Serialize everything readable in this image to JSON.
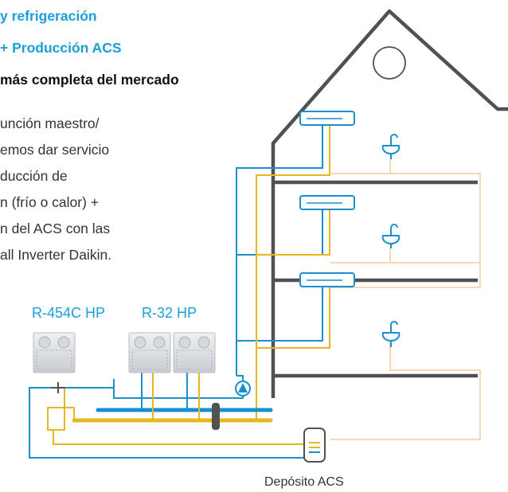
{
  "heading": {
    "title_line1": "y refrigeración",
    "title_line2": "+ Producción ACS",
    "subtitle": "más completa del mercado"
  },
  "body_lines": [
    "unción maestro/",
    "emos dar servicio",
    "ducción de",
    "n (frío o calor) +",
    "n del ACS con las",
    "all Inverter Daikin."
  ],
  "labels": {
    "r454c": "R-454C HP",
    "r32": "R-32 HP",
    "tank": "Depósito ACS"
  },
  "colors": {
    "wall": "#505055",
    "liquid_line": "#1a8fd0",
    "gas_line": "#e6b820",
    "water_line": "#f5d9b5",
    "accent_text": "#1a9fd8"
  }
}
